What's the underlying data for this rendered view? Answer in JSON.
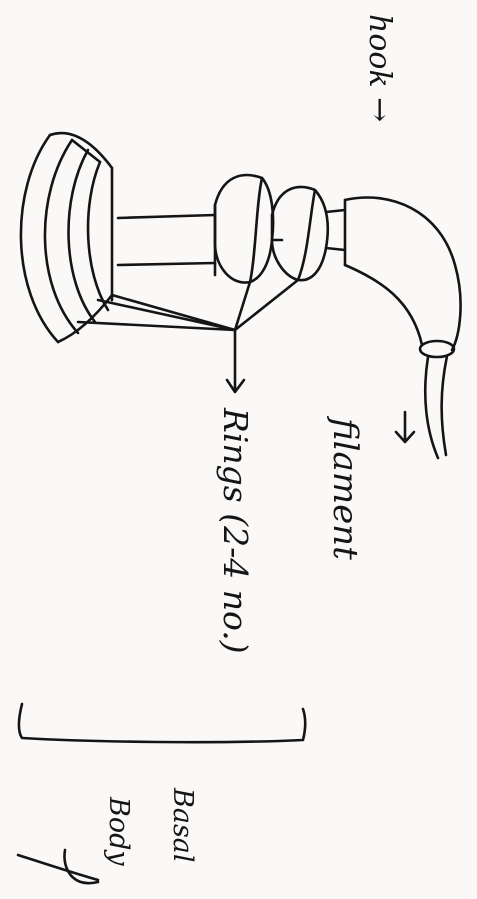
{
  "labels": {
    "hook": "hook →",
    "filament": "filament",
    "rings": "Rings (2-4 no.)",
    "basal_line1": "Basal",
    "basal_line2": "Body"
  },
  "colors": {
    "ink": "#151515",
    "paper": "#fbf9f7"
  }
}
